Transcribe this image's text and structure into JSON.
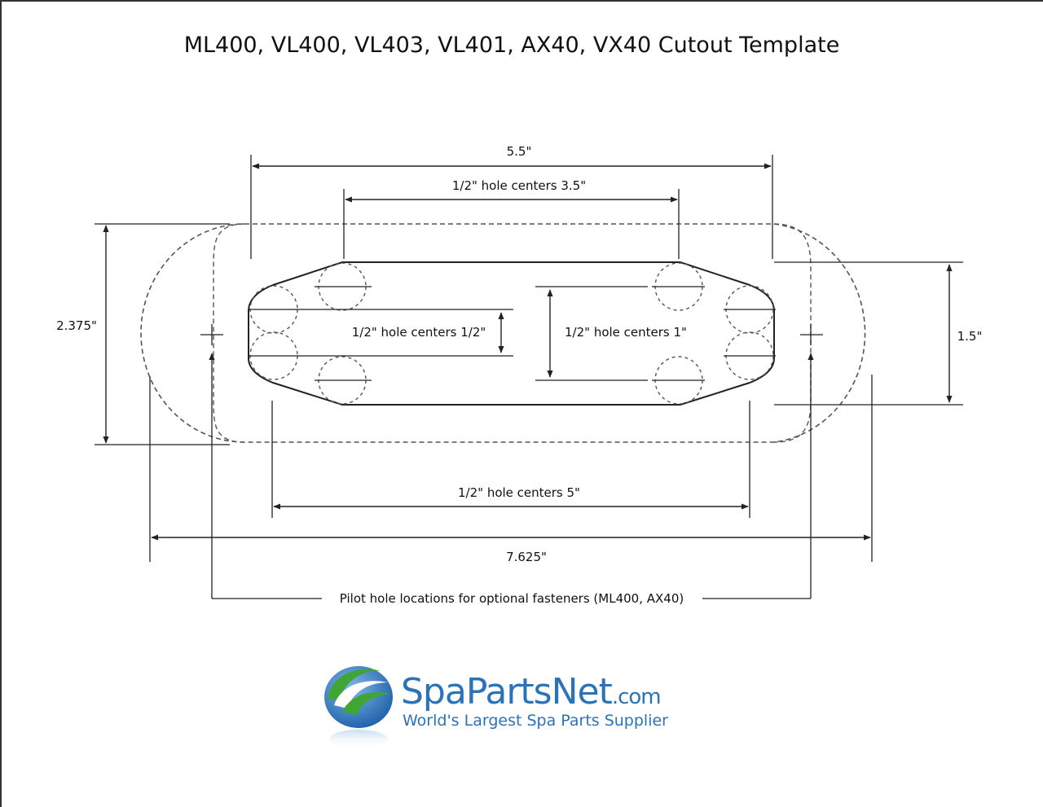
{
  "title": "ML400, VL400, VL403, VL401, AX40, VX40 Cutout Template",
  "dimensions": {
    "overall_width": "5.5\"",
    "hole_centers_top": "1/2\" hole centers 3.5\"",
    "overall_height": "2.375\"",
    "hole_centers_small": "1/2\" hole centers 1/2\"",
    "hole_centers_one": "1/2\" hole centers 1\"",
    "right_height": "1.5\"",
    "hole_centers_bottom": "1/2\" hole centers 5\"",
    "outer_width": "7.625\""
  },
  "pilot_note": "Pilot hole locations for optional fasteners (ML400, AX40)",
  "logo": {
    "brand_main": "SpaPartsNet",
    "brand_suffix": ".com",
    "tagline": "World's Largest Spa Parts Supplier",
    "icon": "globe-swoosh-icon"
  },
  "colors": {
    "line": "#222222",
    "dashed": "#555555",
    "brand_blue": "#2a73b8",
    "brand_green": "#3fa535"
  }
}
